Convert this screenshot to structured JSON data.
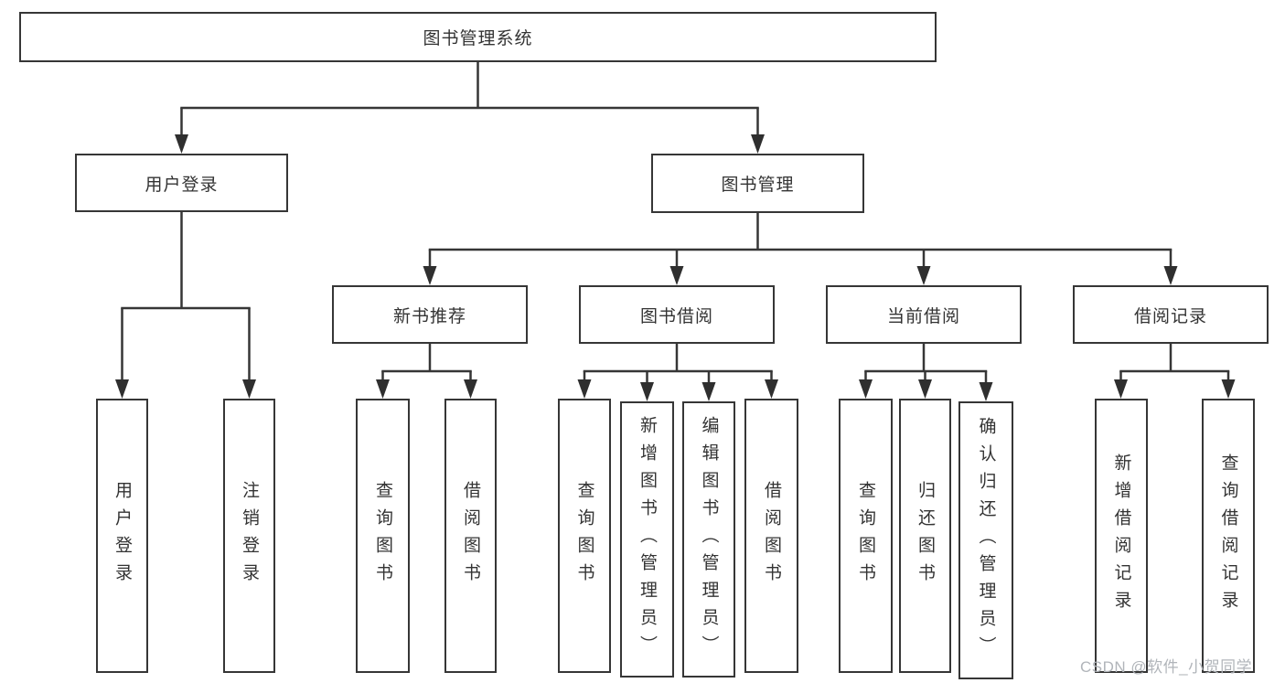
{
  "diagram": {
    "root": "图书管理系统",
    "level2": [
      {
        "label": "用户登录",
        "leaves": [
          "用户登录",
          "注销登录"
        ]
      },
      {
        "label": "图书管理",
        "groups": [
          {
            "label": "新书推荐",
            "leaves": [
              "查询图书",
              "借阅图书"
            ]
          },
          {
            "label": "图书借阅",
            "leaves": [
              "查询图书",
              "新增图书（管理员）",
              "编辑图书（管理员）",
              "借阅图书"
            ]
          },
          {
            "label": "当前借阅",
            "leaves": [
              "查询图书",
              "归还图书",
              "确认归还（管理员）"
            ]
          },
          {
            "label": "借阅记录",
            "leaves": [
              "新增借阅记录",
              "查询借阅记录"
            ]
          }
        ]
      }
    ]
  },
  "watermark": "CSDN @软件_小贺同学",
  "colors": {
    "line": "#363636",
    "arrow": "#2f2f2f",
    "border": "#363636",
    "text": "#333333",
    "watermark": "#b1b5ba",
    "background": "#ffffff"
  }
}
